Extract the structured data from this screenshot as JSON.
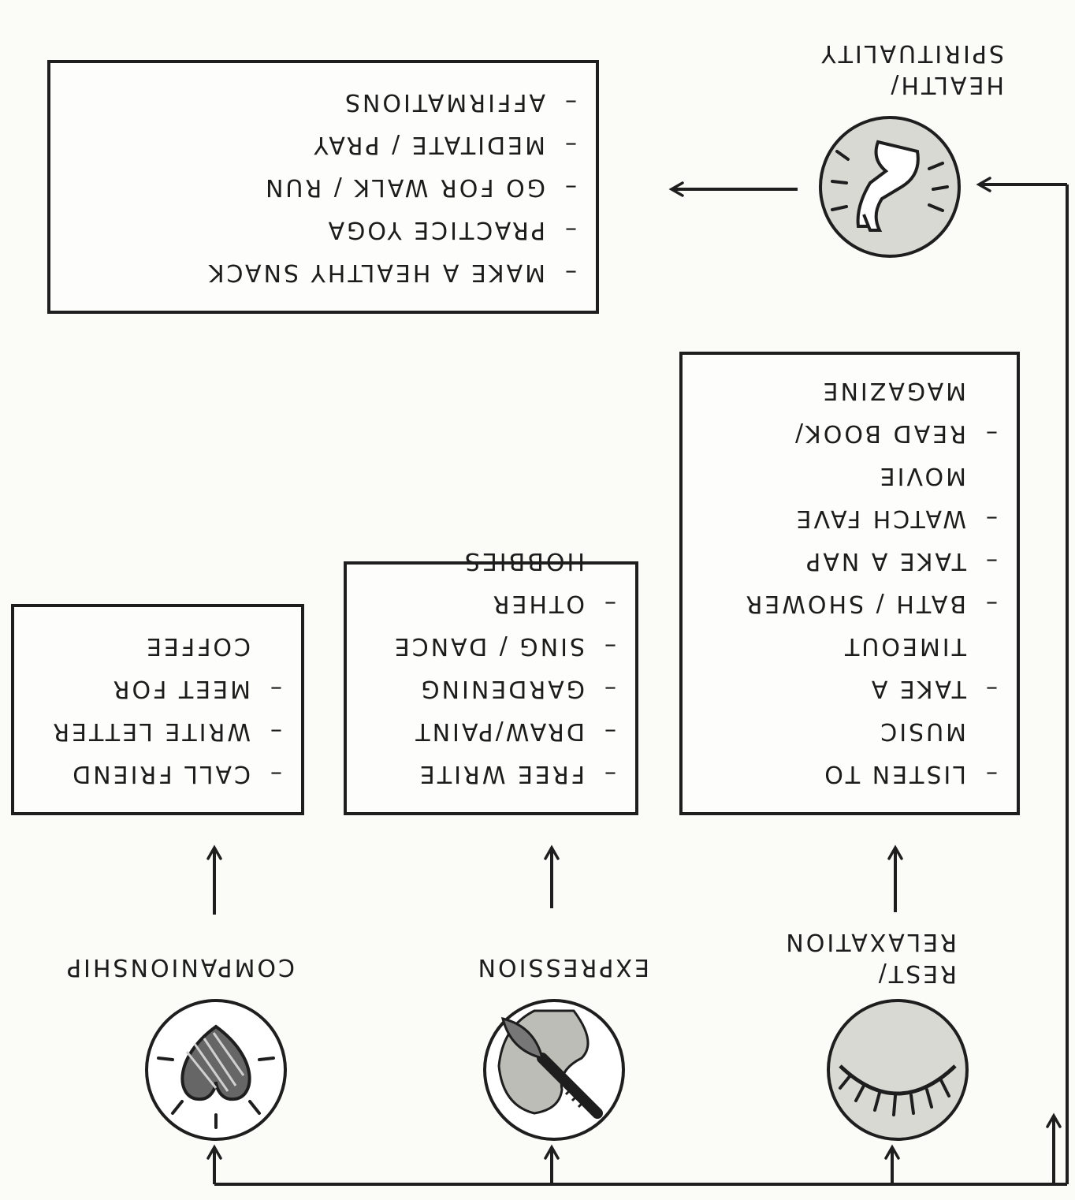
{
  "diagram": {
    "categories": [
      {
        "id": "rest",
        "label": "REST/\nRELAXATION",
        "icon": "closed-eye-icon",
        "activities": [
          {
            "text": "LISTEN TO",
            "cont": false
          },
          {
            "text": "MUSIC",
            "cont": true
          },
          {
            "text": "TAKE A",
            "cont": false
          },
          {
            "text": "TIMEOUT",
            "cont": true
          },
          {
            "text": "BATH / SHOWER",
            "cont": false
          },
          {
            "text": "TAKE A NAP",
            "cont": false
          },
          {
            "text": "WATCH FAVE",
            "cont": false
          },
          {
            "text": "MOVIE",
            "cont": true
          },
          {
            "text": "READ BOOK/",
            "cont": false
          },
          {
            "text": "MAGAZINE",
            "cont": true
          }
        ]
      },
      {
        "id": "expression",
        "label": "EXPRESSION",
        "icon": "paintbrush-palette-icon",
        "activities": [
          {
            "text": "FREE WRITE",
            "cont": false
          },
          {
            "text": "DRAW/PAINT",
            "cont": false
          },
          {
            "text": "GARDENING",
            "cont": false
          },
          {
            "text": "SING / DANCE",
            "cont": false
          },
          {
            "text": "OTHER HOBBIES",
            "cont": false
          }
        ]
      },
      {
        "id": "companionship",
        "label": "COMPANIONSHIP",
        "icon": "heart-icon",
        "activities": [
          {
            "text": "CALL FRIEND",
            "cont": false
          },
          {
            "text": "WRITE LETTER",
            "cont": false
          },
          {
            "text": "MEET FOR",
            "cont": false
          },
          {
            "text": "COFFEE",
            "cont": true
          }
        ]
      },
      {
        "id": "health",
        "label": "HEALTH/\nSPIRITUALITY",
        "icon": "yoga-pose-icon",
        "activities": [
          {
            "text": "MAKE A HEALTHY SNACK",
            "cont": false
          },
          {
            "text": "PRACTICE YOGA",
            "cont": false
          },
          {
            "text": "GO FOR WALK / RUN",
            "cont": false
          },
          {
            "text": "MEDITATE / PRAY",
            "cont": false
          },
          {
            "text": "AFFIRMATIONS",
            "cont": false
          }
        ]
      }
    ],
    "colors": {
      "ink": "#1e1e1e",
      "icon_fill": "#d9d9d4",
      "paper": "#fbfbf8"
    }
  }
}
